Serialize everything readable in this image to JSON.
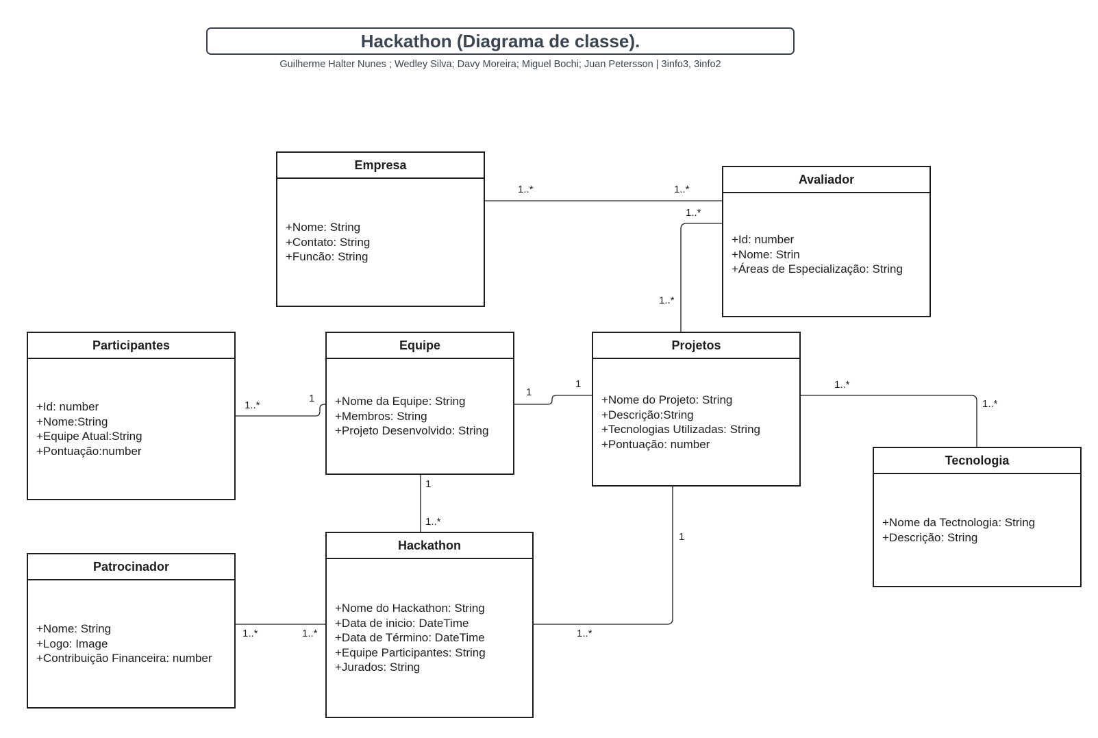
{
  "header": {
    "title": "Hackathon (Diagrama de classe).",
    "subtitle": "Guilherme Halter Nunes ; Wedley Silva; Davy Moreira; Miguel Bochi; Juan Petersson  |  3info3, 3info2"
  },
  "classes": {
    "empresa": {
      "name": "Empresa",
      "attributes": [
        "+Nome: String",
        "+Contato: String",
        "+Funcão: String"
      ]
    },
    "avaliador": {
      "name": "Avaliador",
      "attributes": [
        "+Id: number",
        "+Nome: Strin",
        "+Áreas de Especialização: String"
      ]
    },
    "participantes": {
      "name": "Participantes",
      "attributes": [
        "+Id: number",
        "+Nome:String",
        "+Equipe Atual:String",
        "+Pontuação:number"
      ]
    },
    "equipe": {
      "name": "Equipe",
      "attributes": [
        "+Nome da Equipe: String",
        "+Membros: String",
        "+Projeto Desenvolvido: String"
      ]
    },
    "projetos": {
      "name": "Projetos",
      "attributes": [
        "+Nome do Projeto: String",
        "+Descrição:String",
        "+Tecnologias Utilizadas: String",
        "+Pontuação: number"
      ]
    },
    "tecnologia": {
      "name": "Tecnologia",
      "attributes": [
        "+Nome da Tectnologia: String",
        "+Descrição: String"
      ]
    },
    "patrocinador": {
      "name": "Patrocinador",
      "attributes": [
        "+Nome: String",
        "+Logo: Image",
        "+Contribuição Financeira: number"
      ]
    },
    "hackathon": {
      "name": "Hackathon",
      "attributes": [
        "+Nome do Hackathon: String",
        "+Data de inicio: DateTime",
        "+Data de Término: DateTime",
        "+Equipe Participantes: String",
        "+Jurados: String"
      ]
    }
  },
  "associations": [
    {
      "from": "Empresa",
      "to": "Avaliador",
      "from_mult": "1..*",
      "to_mult": "1..*"
    },
    {
      "from": "Avaliador",
      "to": "Projetos",
      "from_mult": "1..*",
      "to_mult": "1..*"
    },
    {
      "from": "Participantes",
      "to": "Equipe",
      "from_mult": "1..*",
      "to_mult": "1"
    },
    {
      "from": "Equipe",
      "to": "Projetos",
      "from_mult": "1",
      "to_mult": "1"
    },
    {
      "from": "Projetos",
      "to": "Tecnologia",
      "from_mult": "1..*",
      "to_mult": "1..*"
    },
    {
      "from": "Equipe",
      "to": "Hackathon",
      "from_mult": "1",
      "to_mult": "1..*"
    },
    {
      "from": "Patrocinador",
      "to": "Hackathon",
      "from_mult": "1..*",
      "to_mult": "1..*"
    },
    {
      "from": "Projetos",
      "to": "Hackathon",
      "from_mult": "1",
      "to_mult": "1..*"
    }
  ]
}
